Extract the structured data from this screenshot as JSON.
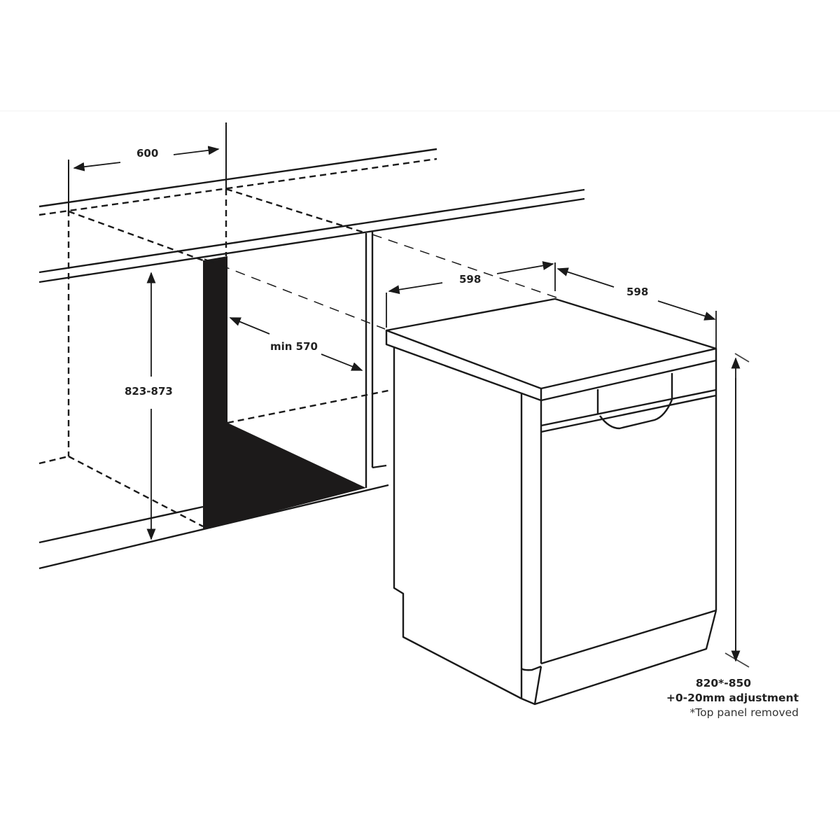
{
  "diagram": {
    "type": "dishwasher-installation-dimensions",
    "units": "mm",
    "colors": {
      "line": "#1a1a1a",
      "fill_dark": "#1c1a1a",
      "background": "#ffffff"
    }
  },
  "cabinet_opening": {
    "width_label": "600",
    "depth_label": "min 570",
    "height_label": "823-873"
  },
  "appliance": {
    "width_label": "598",
    "depth_label": "598",
    "height_label": "820*-850",
    "adjustment_label": "+0-20mm adjustment",
    "footnote": "*Top panel removed"
  }
}
